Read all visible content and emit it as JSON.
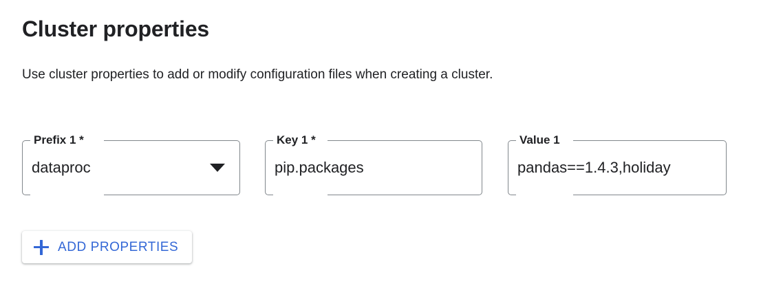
{
  "page": {
    "title": "Cluster properties",
    "subtitle": "Use cluster properties to add or modify configuration files when creating a cluster."
  },
  "colors": {
    "accent_blue": "#3367d6",
    "text_primary": "#202124",
    "field_border": "#80868b",
    "background": "#ffffff"
  },
  "fields": [
    {
      "name": "prefix",
      "label": "Prefix 1 *",
      "value": "dataproc",
      "control": "select",
      "required": true,
      "icon": "chevron-down-icon"
    },
    {
      "name": "key",
      "label": "Key 1 *",
      "value": "pip.packages",
      "control": "text",
      "required": true
    },
    {
      "name": "value",
      "label": "Value 1",
      "value": "pandas==1.4.3,holiday",
      "control": "text",
      "required": false
    }
  ],
  "add_button": {
    "label": "ADD PROPERTIES",
    "icon": "plus-icon"
  }
}
